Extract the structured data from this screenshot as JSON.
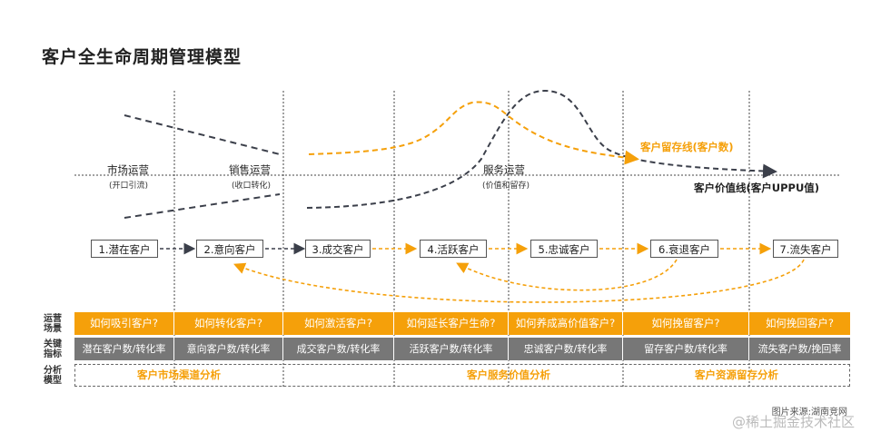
{
  "title": "客户全生命周期管理模型",
  "phases": [
    {
      "label": "市场运营",
      "sub": "(开口引流)"
    },
    {
      "label": "销售运营",
      "sub": "(收口转化)"
    },
    {
      "label": "服务运营",
      "sub": "(价值和留存)"
    }
  ],
  "curves": {
    "retention_label": "客户留存线(客户数)",
    "value_label": "客户价值线(客户UPPU值)"
  },
  "stages": [
    "1.潜在客户",
    "2.意向客户",
    "3.成交客户",
    "4.活跃客户",
    "5.忠诚客户",
    "6.衰退客户",
    "7.流失客户"
  ],
  "row_heads": {
    "questions": "运营场景",
    "metrics": "关键指标",
    "analysis": "分析模型"
  },
  "questions": [
    "如何吸引客户?",
    "如何转化客户?",
    "如何激活客户?",
    "如何延长客户生命?",
    "如何养成高价值客户?",
    "如何挽留客户?",
    "如何挽回客户?"
  ],
  "metrics": [
    "潜在客户数/转化率",
    "意向客户数/转化率",
    "成交客户数/转化率",
    "活跃客户数/转化率",
    "忠诚客户数/转化率",
    "留存客户数/转化率",
    "流失客户数/挽回率"
  ],
  "analysis": [
    "客户市场渠道分析",
    "客户服务价值分析",
    "客户资源留存分析"
  ],
  "caption": "图片来源:湖南竞网",
  "watermark": "@稀土掘金技术社区",
  "colors": {
    "orange": "#f5a00a",
    "dark": "#3b3f4a",
    "grey": "#777777"
  }
}
